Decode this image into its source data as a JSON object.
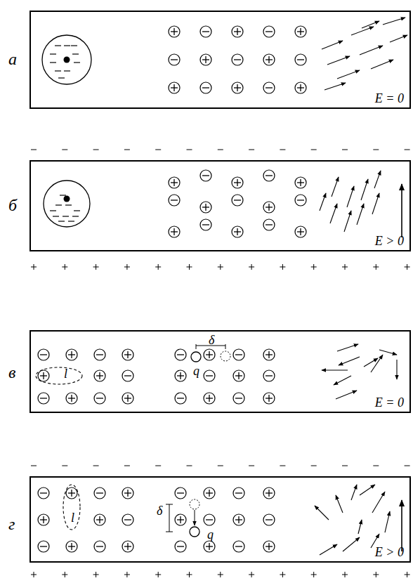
{
  "diagram": {
    "nodes": [
      {
        "text": [
          "а",
          "E = 0"
        ]
      },
      {
        "text": [
          "б",
          "E > 0"
        ]
      },
      {
        "text": [
          "в",
          "l",
          "δ",
          "q",
          "E = 0"
        ]
      },
      {
        "text": [
          "г",
          "l",
          "δ",
          "q",
          "E > 0"
        ]
      }
    ]
  }
}
